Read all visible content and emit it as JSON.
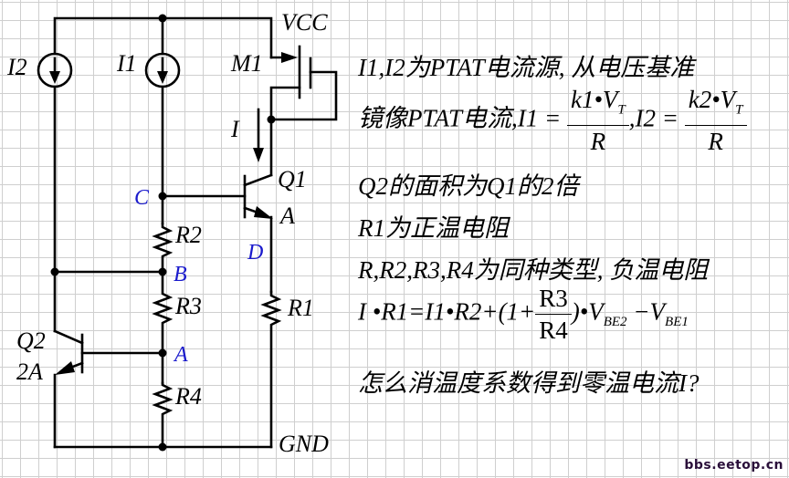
{
  "circuit": {
    "supply_label": "VCC",
    "ground_label": "GND",
    "components": {
      "I2": "I2",
      "I1": "I1",
      "M1": "M1",
      "Q1": "Q1",
      "Q2": "Q2",
      "Q2_area": "2A",
      "R1": "R1",
      "R2": "R2",
      "R3": "R3",
      "R4": "R4",
      "current": "I"
    },
    "nodes": {
      "C": "C",
      "B": "B",
      "A_left": "A",
      "A_right": "A",
      "D": "D"
    },
    "node_color": "#1a1acc"
  },
  "notes": {
    "line1": "I1,I2为PTAT电流源, 从电压基准",
    "line2_prefix": "镜像PTAT电流,I1 = ",
    "line2_frac1_num": "k1•V",
    "line2_frac1_sub": "T",
    "line2_frac1_den": "R",
    "line2_mid": ",I2 = ",
    "line2_frac2_num": "k2•V",
    "line2_frac2_sub": "T",
    "line2_frac2_den": "R",
    "line3": "Q2的面积为Q1的2倍",
    "line4": "R1为正温电阻",
    "line5": "R,R2,R3,R4为同种类型, 负温电阻",
    "line6_prefix": "I •R1=I1•R2+(1+",
    "line6_frac_num": "R3",
    "line6_frac_den": "R4",
    "line6_mid": ")•V",
    "line6_sub1": "BE2",
    "line6_minus": " −V",
    "line6_sub2": "BE1",
    "line7": "怎么消温度系数得到零温电流I?"
  },
  "watermark": "bbs.eetop.cn"
}
